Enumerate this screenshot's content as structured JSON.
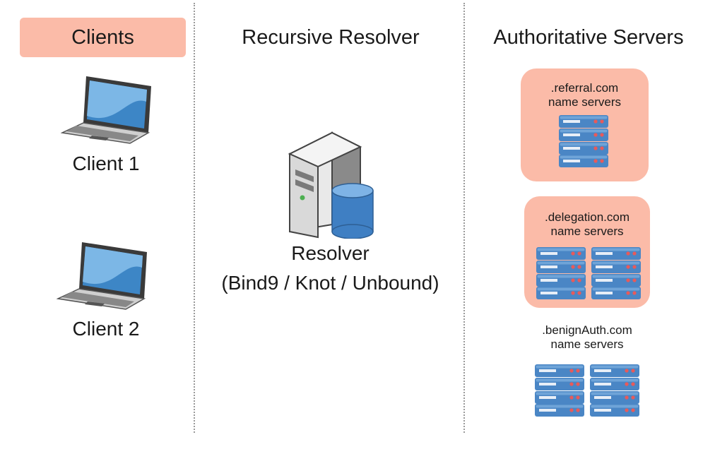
{
  "headings": {
    "clients": "Clients",
    "resolver": "Recursive Resolver",
    "authoritative": "Authoritative Servers"
  },
  "clients": [
    {
      "label": "Client 1",
      "icon": "laptop-icon"
    },
    {
      "label": "Client 2",
      "icon": "laptop-icon"
    }
  ],
  "resolver": {
    "icon": "server-database-icon",
    "name": "Resolver",
    "implementations": "(Bind9 / Knot / Unbound)"
  },
  "name_servers": [
    {
      "domain": ".referral.com",
      "caption": "name servers",
      "highlighted": true,
      "racks": 1,
      "icon": "server-rack-icon"
    },
    {
      "domain": ".delegation.com",
      "caption": "name servers",
      "highlighted": true,
      "racks": 2,
      "icon": "server-rack-icon"
    },
    {
      "domain": ".benignAuth.com",
      "caption": "name servers",
      "highlighted": false,
      "racks": 2,
      "icon": "server-rack-icon"
    }
  ],
  "colors": {
    "highlight": "#fbbba8",
    "rack_blue": "#4a86c5",
    "divider": "#9a9a9a"
  }
}
